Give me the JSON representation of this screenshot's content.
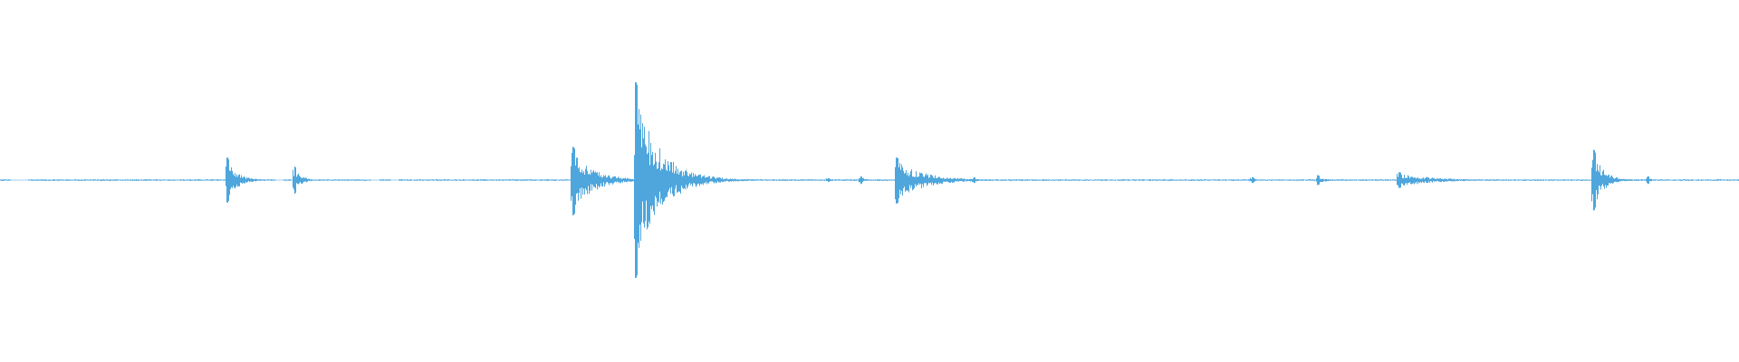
{
  "chart_data": {
    "type": "waveform",
    "duration_fraction_axis": [
      0,
      1
    ],
    "amplitude_range": [
      -1,
      1
    ],
    "grid": false,
    "legend": "none",
    "color": "#4ea6dc",
    "baseline_noise": 0.006,
    "gaps": [
      [
        0.006,
        0.016
      ],
      [
        0.136,
        0.139
      ],
      [
        0.158,
        0.163
      ],
      [
        0.213,
        0.218
      ],
      [
        0.225,
        0.229
      ]
    ],
    "events": [
      {
        "t": 0.1308,
        "pos": 0.23,
        "neg": 0.23,
        "decay": 0.006
      },
      {
        "t": 0.1695,
        "pos": 0.14,
        "neg": 0.14,
        "decay": 0.004
      },
      {
        "t": 0.3296,
        "pos": 0.34,
        "neg": 0.36,
        "decay": 0.012
      },
      {
        "t": 0.3658,
        "pos": 1.0,
        "neg": 1.0,
        "decay": 0.014
      },
      {
        "t": 0.4763,
        "pos": 0.02,
        "neg": 0.02,
        "decay": 0.002
      },
      {
        "t": 0.495,
        "pos": 0.04,
        "neg": 0.04,
        "decay": 0.003
      },
      {
        "t": 0.5156,
        "pos": 0.23,
        "neg": 0.24,
        "decay": 0.016
      },
      {
        "t": 0.5602,
        "pos": 0.03,
        "neg": 0.03,
        "decay": 0.002
      },
      {
        "t": 0.7202,
        "pos": 0.03,
        "neg": 0.03,
        "decay": 0.002
      },
      {
        "t": 0.7579,
        "pos": 0.05,
        "neg": 0.05,
        "decay": 0.004
      },
      {
        "t": 0.8046,
        "pos": 0.08,
        "neg": 0.08,
        "decay": 0.02
      },
      {
        "t": 0.9166,
        "pos": 0.31,
        "neg": 0.31,
        "decay": 0.006
      },
      {
        "t": 0.9477,
        "pos": 0.04,
        "neg": 0.04,
        "decay": 0.002
      }
    ]
  }
}
